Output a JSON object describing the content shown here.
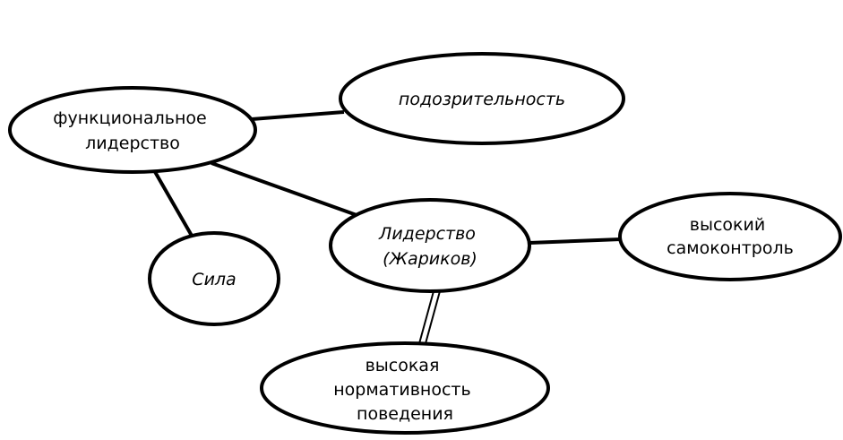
{
  "diagram": {
    "nodes": {
      "functional": {
        "lines": [
          "функциональное",
          "лидерство"
        ],
        "italic": false
      },
      "suspicion": {
        "lines": [
          "подозрительность"
        ],
        "italic": true
      },
      "leadership": {
        "lines": [
          "Лидерство",
          "(Жариков)"
        ],
        "italic": true
      },
      "strength": {
        "lines": [
          "Сила"
        ],
        "italic": true
      },
      "selfcontrol": {
        "lines": [
          "высокий",
          "самоконтроль"
        ],
        "italic": false
      },
      "normativity": {
        "lines": [
          "высокая",
          "нормативность",
          "поведения"
        ],
        "italic": false
      }
    },
    "edges": [
      {
        "from": "functional",
        "to": "suspicion",
        "style": "single"
      },
      {
        "from": "functional",
        "to": "leadership",
        "style": "single"
      },
      {
        "from": "functional",
        "to": "strength",
        "style": "single"
      },
      {
        "from": "leadership",
        "to": "selfcontrol",
        "style": "single"
      },
      {
        "from": "leadership",
        "to": "normativity",
        "style": "double"
      }
    ]
  }
}
